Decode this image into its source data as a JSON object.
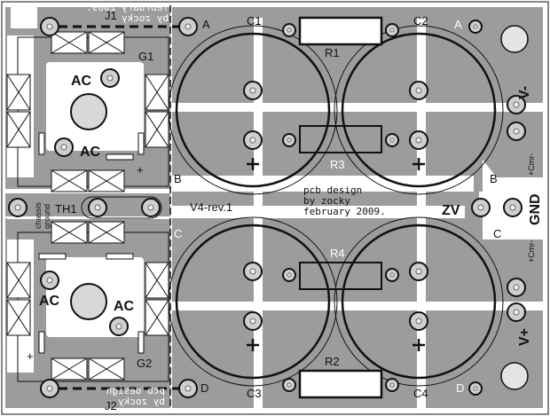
{
  "colors": {
    "copper": "#9c9c9c",
    "board": "#ffffff",
    "outline": "#111111",
    "pad": "#cfcfcf"
  },
  "labels": {
    "j1": "J1",
    "j2": "J2",
    "g1": "G1",
    "g2": "G2",
    "c1": "C1",
    "c2": "C2",
    "c3": "C3",
    "c4": "C4",
    "r1": "R1",
    "r2": "R2",
    "r3": "R3",
    "r4": "R4",
    "th1": "TH1",
    "ac": "AC",
    "a": "A",
    "b": "B",
    "c": "C",
    "d": "D",
    "zv": "ZV",
    "gnd": "GND",
    "v_minus": "V-",
    "v_plus": "V+",
    "cmr": "+Cmr-",
    "version": "V4-rev.1",
    "chassis": "chassis",
    "ground": "ground",
    "plus": "+",
    "design_line1": "pcb design",
    "design_line2": "by zocky",
    "design_line3": "february 2009.",
    "mirror_top": "february 2009.",
    "mirror_top2": "by zocky",
    "mirror_bot": "pcb design",
    "mirror_bot2": "by zocky"
  }
}
